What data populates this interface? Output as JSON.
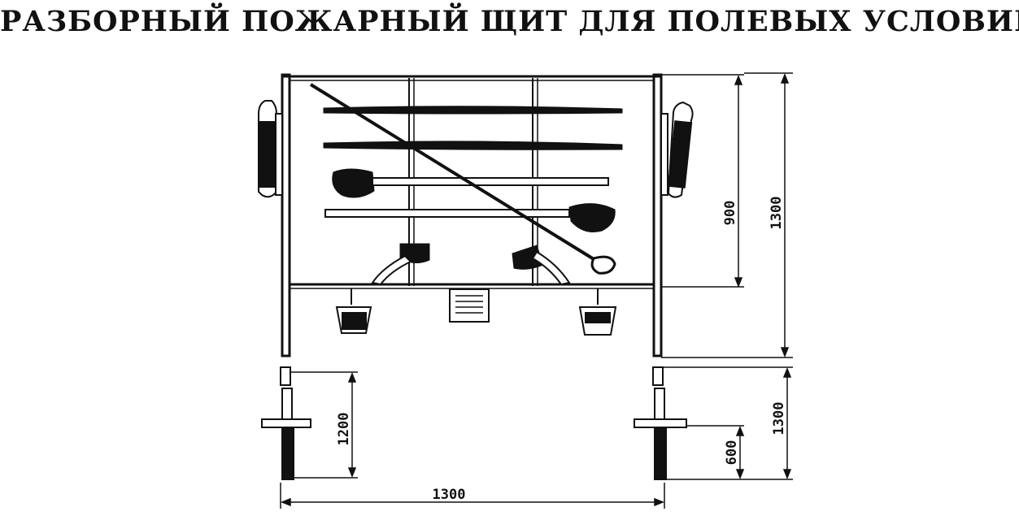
{
  "title": "РАЗБОРНЫЙ ПОЖАРНЫЙ ЩИТ ДЛЯ ПОЛЕВЫХ УСЛОВИЙ",
  "dimensions": {
    "panel_height": "900",
    "frame_height": "1300",
    "post_depth": "1200",
    "post_right_height": "1300",
    "post_ground": "600",
    "width": "1300"
  },
  "colors": {
    "ink": "#111111",
    "paper": "#ffffff"
  }
}
